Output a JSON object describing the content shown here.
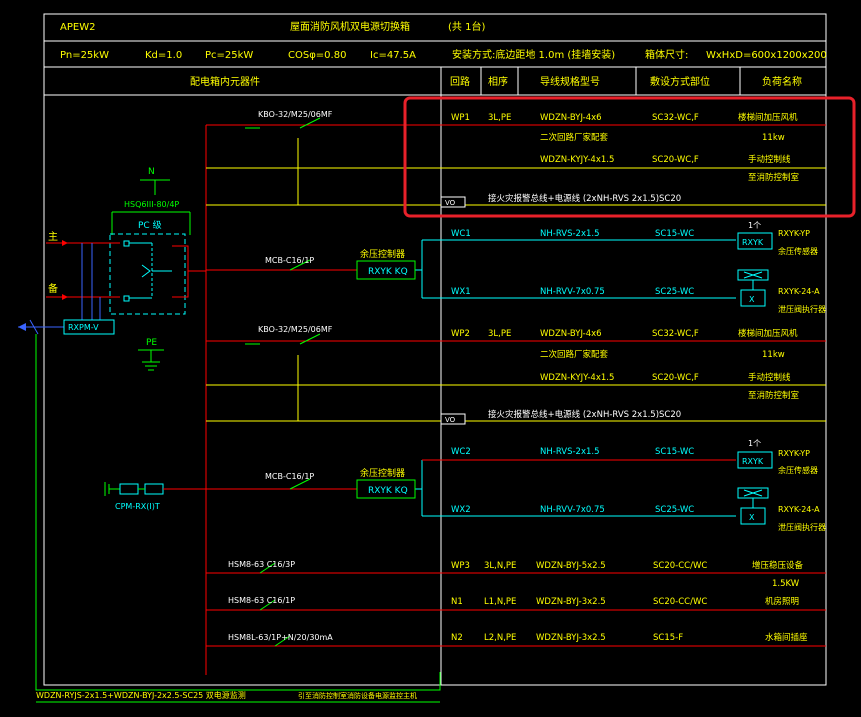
{
  "header": {
    "panel_id": "APEW2",
    "title": "屋面消防风机双电源切换箱",
    "count": "(共   1台)",
    "pn": "Pn=25kW",
    "kd": "Kd=1.0",
    "pc": "Pc=25kW",
    "cos": "COSφ=0.80",
    "ic": "Ic=47.5A",
    "install": "安装方式:底边距地      1.0m  (挂墙安装)",
    "size_label": "箱体尺寸:",
    "size_value": "WxHxD=600x1200x200"
  },
  "columns": {
    "components": "配电箱内元器件",
    "circuit": "回路",
    "phase": "相序",
    "cable": "导线规格型号",
    "laying": "敷设方式部位",
    "load": "负荷名称"
  },
  "left": {
    "n_label": "N",
    "switch_model": "HSQ6III-80/4P",
    "pc_grade": "PC 级",
    "main_label": "主",
    "backup_label": "备",
    "monitor": "RXPM-V",
    "pe_label": "PE",
    "spd_model": "CPM-RX(I)T",
    "bottom_note": "WDZN-RYJS-2x1.5+WDZN-BYJ-2x2.5-SC25 双电源监测",
    "bottom_note2": "引至消防控制室消防设备电源监控主机"
  },
  "breakers": {
    "kbo1": "KBO-32/M25/06MF",
    "kbo2": "KBO-32/M25/06MF",
    "mcb1": "MCB-C16/1P",
    "mcb2": "MCB-C16/1P",
    "hsm1": "HSM8-63 C16/3P",
    "hsm2": "HSM8-63 C16/1P",
    "hsm3": "HSM8L-63/1P+N/20/30mA"
  },
  "controllers": {
    "title1": "余压控制器",
    "box1": "RXYK KQ",
    "title2": "余压控制器",
    "box2": "RXYK KQ"
  },
  "rows": {
    "wp1": {
      "circuit": "WP1",
      "phase": "3L,PE",
      "cable": "WDZN-BYJ-4x6",
      "laying": "SC32-WC,F",
      "load": "楼梯间加压风机"
    },
    "wp1_sub": {
      "cable": "二次回路厂家配套",
      "load": "11kw"
    },
    "wp1_ctrl": {
      "cable": "WDZN-KYJY-4x1.5",
      "laying": "SC20-WC,F",
      "load": "手动控制线",
      "load2": "至消防控制室"
    },
    "vo1": {
      "tag": "VO",
      "text": "接火灾报警总线+电源线 (2xNH-RVS 2x1.5)SC20"
    },
    "wc1": {
      "circuit": "WC1",
      "cable": "NH-RVS-2x1.5",
      "laying": "SC15-WC",
      "dev": "RXYK",
      "dev_tag": "1个",
      "dev_label": "RXYK-YP",
      "dev_label2": "余压传感器"
    },
    "wx1": {
      "circuit": "WX1",
      "cable": "NH-RVV-7x0.75",
      "laying": "SC25-WC",
      "dev": "X",
      "dev_label": "RXYK-24-A",
      "dev_label2": "泄压阀执行器"
    },
    "wp2": {
      "circuit": "WP2",
      "phase": "3L,PE",
      "cable": "WDZN-BYJ-4x6",
      "laying": "SC32-WC,F",
      "load": "楼梯间加压风机"
    },
    "wp2_sub": {
      "cable": "二次回路厂家配套",
      "load": "11kw"
    },
    "wp2_ctrl": {
      "cable": "WDZN-KYJY-4x1.5",
      "laying": "SC20-WC,F",
      "load": "手动控制线",
      "load2": "至消防控制室"
    },
    "vo2": {
      "tag": "VO",
      "text": "接火灾报警总线+电源线 (2xNH-RVS 2x1.5)SC20"
    },
    "wc2": {
      "circuit": "WC2",
      "cable": "NH-RVS-2x1.5",
      "laying": "SC15-WC",
      "dev": "RXYK",
      "dev_tag": "1个",
      "dev_label": "RXYK-YP",
      "dev_label2": "余压传感器"
    },
    "wx2": {
      "circuit": "WX2",
      "cable": "NH-RVV-7x0.75",
      "laying": "SC25-WC",
      "dev": "X",
      "dev_label": "RXYK-24-A",
      "dev_label2": "泄压阀执行器"
    },
    "wp3": {
      "circuit": "WP3",
      "phase": "3L,N,PE",
      "cable": "WDZN-BYJ-5x2.5",
      "laying": "SC20-CC/WC",
      "load": "增压稳压设备",
      "load2": "1.5KW"
    },
    "n1": {
      "circuit": "N1",
      "phase": "L1,N,PE",
      "cable": "WDZN-BYJ-3x2.5",
      "laying": "SC20-CC/WC",
      "load": "机房照明"
    },
    "n2": {
      "circuit": "N2",
      "phase": "L2,N,PE",
      "cable": "WDZN-BYJ-3x2.5",
      "laying": "SC15-F",
      "load": "水箱间插座"
    }
  },
  "colors": {
    "frame": "#ffffff",
    "text_yellow": "#ffff00",
    "wire_red": "#ff0000",
    "wire_green": "#00ff00",
    "wire_cyan": "#00ffff",
    "wire_blue": "#0000ff",
    "highlight": "#e8212a"
  }
}
